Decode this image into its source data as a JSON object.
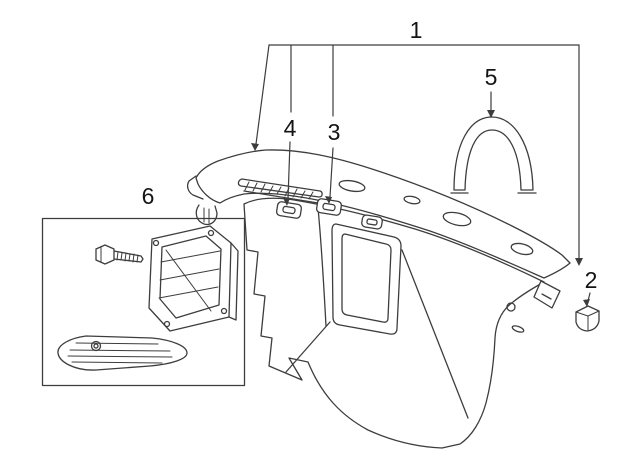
{
  "diagram": {
    "background_color": "#ffffff",
    "line_color": "#3d3d3d",
    "label_color": "#141414",
    "callouts": [
      {
        "label": "1"
      },
      {
        "label": "2"
      },
      {
        "label": "3"
      },
      {
        "label": "4"
      },
      {
        "label": "5"
      },
      {
        "label": "6"
      }
    ]
  }
}
